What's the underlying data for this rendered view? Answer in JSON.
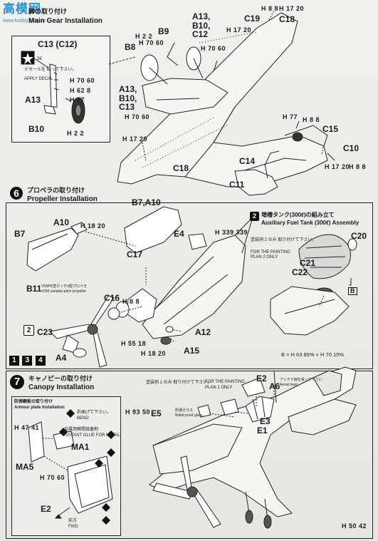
{
  "watermark": {
    "text": "www.hobby.com.cn",
    "logo_glyphs": "高模网"
  },
  "step5": {
    "title_jp": "脚の取り付け",
    "title_en": "Main Gear Installation"
  },
  "step6": {
    "number": "6",
    "title_jp": "プロペラの取り付け",
    "title_en": "Propeller Installation"
  },
  "step7": {
    "number": "7",
    "title_jp": "キャノピーの取り付け",
    "title_en": "Canopy Installation"
  },
  "fuel_tank": {
    "badge": "2",
    "title_jp": "増槽タンク(300ℓ)の組み立て",
    "title_en": "Auxiliary Fuel Tank (300ℓ) Assembly",
    "note_jp": "塗装例 2 のみ 取り付けて下さい。",
    "note_en1": "FOR THE PAINTING",
    "note_en2": "PLAN 2 ONLY",
    "mix_note": "B = H 63 85% + H 70 15%"
  },
  "gear_inset": {
    "decal_note_jp": "デカールを 貼って下さい。",
    "decal_note_en": "APPLY DECAL",
    "decal_no": "38"
  },
  "canopy_note": {
    "jp": "塗装例 1 のみ 取り付けて下さい。",
    "en1": "FOR THE PAINTING",
    "en2": "PLAN 1 ONLY"
  },
  "armour": {
    "title_jp": "防弾鋼板の取り付け",
    "title_en": "Armour plate Installation",
    "bend_jp": "折曲げて下さい。",
    "bend_en": "BEND",
    "metal_jp": "金属用瞬間接着剤",
    "metal_en": "INSTANT GLUE FOR METAL",
    "front_jp": "前方",
    "front_en": "FWD"
  },
  "antenna": {
    "jp": "アンテナ線を張って下さい",
    "en": "Aerial mast"
  },
  "bulletproof": {
    "jp": "防弾ガラス",
    "en": "Bullet-proof glass"
  },
  "propeller_note": {
    "jp": "VDM可変ピッチ3翅プロペラ",
    "en": "VDM variable-pitch propeller"
  },
  "step_badges": [
    "1",
    "3",
    "4"
  ],
  "parts": {
    "main_gear_top": "C19",
    "C18a": "C18",
    "A13grp": "A13,\nB10,\nC12",
    "B9": "B9",
    "B8": "B8",
    "C13": "C13 (C12)",
    "A13": "A13",
    "B10": "B10",
    "A13grp2": "A13,\nB10,\nC13",
    "C18b": "C18",
    "C15": "C15",
    "C10": "C10",
    "C14": "C14",
    "C11": "C11",
    "B7A10": "B7,A10",
    "A10": "A10",
    "B7": "B7",
    "E4": "E4",
    "C17": "C17",
    "B11": "B11",
    "C16": "C16",
    "C23": "C23",
    "A12": "A12",
    "A15": "A15",
    "A4": "A4",
    "C20": "C20",
    "C21": "C21",
    "C22": "C22",
    "B": "B",
    "E2": "E2",
    "A6": "A6",
    "E5": "E5",
    "E3": "E3",
    "E1": "E1",
    "MA1": "MA1",
    "MA5": "MA5",
    "E2b": "E2"
  },
  "paint_codes": {
    "p1": "H 8 8",
    "p2": "H 17 20",
    "p3": "H 2 2",
    "p4": "H 70 60",
    "p5": "H 70 60",
    "p6": "H 17 20",
    "p7": "H 70 60",
    "p8": "H 62 8",
    "p9": "H 77",
    "p10": "H 2 2",
    "p11": "H 70 60",
    "p12": "H 17 20",
    "p13": "H 77",
    "p14": "H 8 8",
    "p15": "H 17 20",
    "p16": "H 8 8",
    "p17": "H 18 20",
    "p18": "H 339 339",
    "p19": "H 8 8",
    "p20": "H 55 18",
    "p21": "H 18 20",
    "p22": "H 93 50",
    "p23": "H 47 41",
    "p24": "H 70 60",
    "p25": "H 50 42"
  }
}
